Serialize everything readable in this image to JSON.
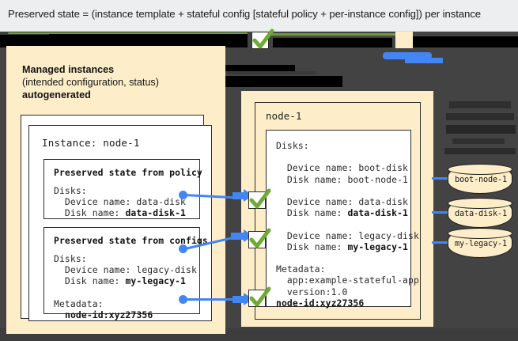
{
  "caption": {
    "text": "Preserved state = (instance template + stateful config [stateful policy + per-instance config]) per instance"
  },
  "left_panel": {
    "heading_1": "Managed instances",
    "heading_2": "(intended configuration, status)",
    "heading_3": "autogenerated",
    "instance_title": "Instance: node-1",
    "policy_box": {
      "title": "Preserved state from policy",
      "lines": [
        "Disks:",
        "  Device name: data-disk",
        "  Disk name: "
      ],
      "bold_value": "data-disk-1"
    },
    "config_box": {
      "title": "Preserved state from configs",
      "lines": [
        "Disks:",
        "  Device name: legacy-disk",
        "  Disk name: "
      ],
      "bold_value": "my-legacy-1",
      "metadata_label": "Metadata:",
      "metadata_value": "node-id:xyz27356"
    }
  },
  "right_panel": {
    "node_title": "node-1",
    "disks_label": "Disks:",
    "boot": {
      "device": "  Device name: boot-disk",
      "disk": "  Disk name: boot-node-1"
    },
    "data": {
      "device": "  Device name: data-disk",
      "disk_prefix": "  Disk name: ",
      "disk_value": "data-disk-1"
    },
    "legacy": {
      "device": "  Device name: legacy-disk",
      "disk_prefix": "  Disk name: ",
      "disk_value": "my-legacy-1"
    },
    "metadata": {
      "label": "Metadata:",
      "app": "  app:example-stateful-app",
      "version": "  version:1.0",
      "node_id": "node-id:xyz27356"
    }
  },
  "disks": [
    {
      "label": "boot-node-1"
    },
    {
      "label": "data-disk-1"
    },
    {
      "label": "my-legacy-1"
    }
  ],
  "colors": {
    "cream": "#fdeec9",
    "dark_canvas": "#434343",
    "accent_blue": "#4285f4",
    "check_green": "#6faa33",
    "caption_bg": "#eceef0"
  }
}
